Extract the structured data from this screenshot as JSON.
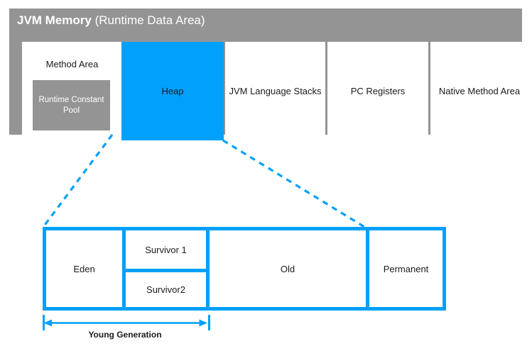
{
  "diagram": {
    "title_strong": "JVM Memory",
    "title_light": " (Runtime Data Area)",
    "colors": {
      "accent_blue": "#00a0fb",
      "container_gray": "#949494",
      "box_white": "#ffffff",
      "text_dark": "#1a1a1a",
      "text_light": "#ffffff"
    },
    "runtime_data_areas": [
      {
        "label": "Method Area",
        "highlighted": false,
        "child": {
          "label": "Runtime Constant Pool"
        }
      },
      {
        "label": "Heap",
        "highlighted": true
      },
      {
        "label": "JVM Language Stacks",
        "highlighted": false
      },
      {
        "label": "PC Registers",
        "highlighted": false
      },
      {
        "label": "Native Method Area",
        "highlighted": false
      }
    ],
    "heap_detail": {
      "eden": "Eden",
      "survivor_1": "Survivor 1",
      "survivor_2": "Survivor2",
      "old": "Old",
      "permanent": "Permanent"
    },
    "measure": {
      "label": "Young Generation"
    }
  }
}
